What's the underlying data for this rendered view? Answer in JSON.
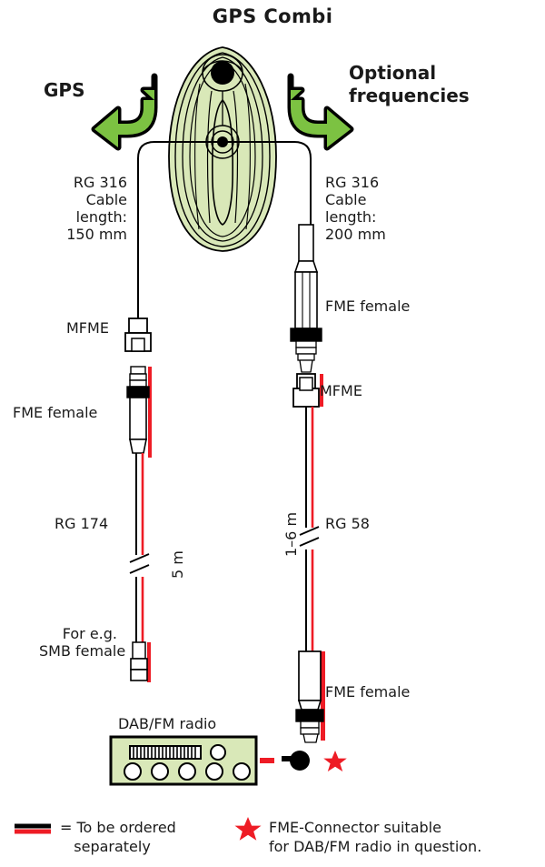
{
  "title": "GPS Combi",
  "colors": {
    "antenna_fill": "#d9e8b8",
    "arrow_green": "#7cc242",
    "outline_black": "#000000",
    "cable_red": "#ee1c25",
    "radio_fill": "#d9e8b8"
  },
  "branches": {
    "left": {
      "direction_label": "GPS",
      "cable_spec": "RG 316\nCable\nlength:\n150 mm",
      "connector_top": "MFME",
      "connector_second": "FME female",
      "cable_type": "RG 174",
      "cable_length": "5 m",
      "connector_bottom": "For e.g.\nSMB female"
    },
    "right": {
      "direction_label": "Optional\nfrequencies",
      "cable_spec": "RG 316\nCable\nlength:\n200 mm",
      "connector_top": "FME female",
      "connector_second": "MFME",
      "cable_type": "RG 58",
      "cable_length": "1–6 m",
      "connector_bottom": "FME female"
    }
  },
  "radio": {
    "label": "DAB/FM radio"
  },
  "legend": {
    "items": [
      {
        "symbol": "red-black-line-swatch",
        "text": "= To be ordered\n   separately"
      },
      {
        "symbol": "red-star-icon",
        "text": "FME-Connector suitable\nfor DAB/FM radio in question."
      }
    ]
  }
}
